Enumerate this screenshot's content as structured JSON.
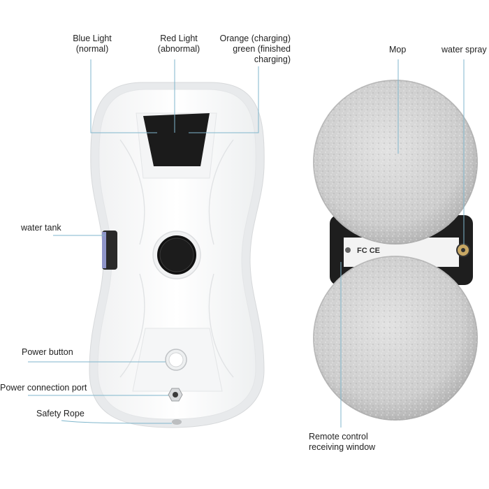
{
  "labels": {
    "blue_light": "Blue Light\n(normal)",
    "red_light": "Red Light\n(abnormal)",
    "orange_light": "Orange (charging)\ngreen (finished\ncharging)",
    "mop": "Mop",
    "water_spray": "water spray",
    "water_tank": "water tank",
    "power_button": "Power button",
    "power_port": "Power connection port",
    "safety_rope": "Safety Rope",
    "remote_window": "Remote control\nreceiving window"
  },
  "device_marks": {
    "certification": "FC CE"
  },
  "colors": {
    "leader_line": "#7fb6cc",
    "robot_body": "#ffffff",
    "robot_rim": "#e6e8ea",
    "display_panel": "#1b1b1b",
    "mop_fill": "#c9c9c9",
    "device_back": "#1e1e1e"
  }
}
